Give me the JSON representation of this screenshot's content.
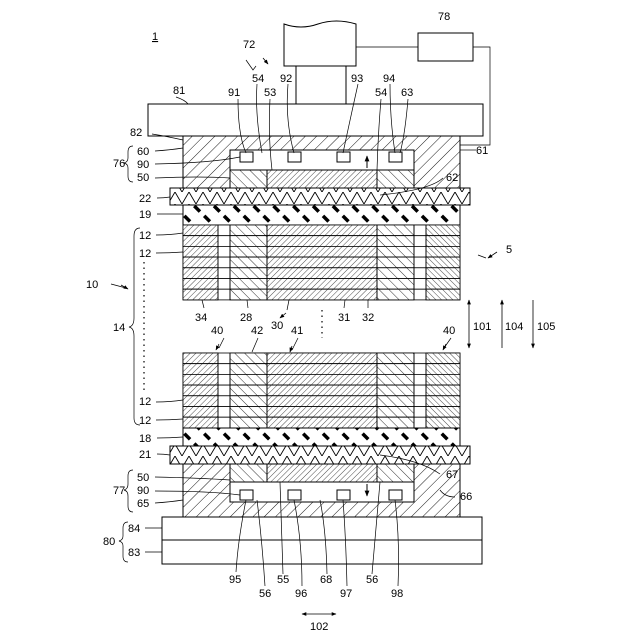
{
  "figure_number": "1",
  "labels": {
    "l1": "1",
    "l72": "72",
    "l78": "78",
    "l81": "81",
    "l82": "82",
    "l54a": "54",
    "l92": "92",
    "l93": "93",
    "l94": "94",
    "l91": "91",
    "l53": "53",
    "l54b": "54",
    "l63": "63",
    "l76": "76",
    "l60": "60",
    "l90t": "90",
    "l50t": "50",
    "l61": "61",
    "l62": "62",
    "l22": "22",
    "l19": "19",
    "l12a": "12",
    "l12b": "12",
    "l5": "5",
    "l10": "10",
    "l14": "14",
    "l34": "34",
    "l28": "28",
    "l30": "30",
    "l31": "31",
    "l32": "32",
    "l40a": "40",
    "l42": "42",
    "l41": "41",
    "l40b": "40",
    "l101": "101",
    "l104": "104",
    "l105": "105",
    "l12c": "12",
    "l12d": "12",
    "l18": "18",
    "l21": "21",
    "l50b": "50",
    "l90b": "90",
    "l65": "65",
    "l77": "77",
    "l67": "67",
    "l66": "66",
    "l84": "84",
    "l80": "80",
    "l83": "83",
    "l95": "95",
    "l56a": "56",
    "l55": "55",
    "l96": "96",
    "l68": "68",
    "l97": "97",
    "l56b": "56",
    "l98": "98",
    "l102": "102"
  }
}
